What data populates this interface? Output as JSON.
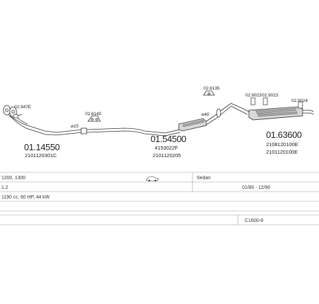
{
  "parts": {
    "front_pipe": {
      "number": "01.14550",
      "code": "2101120301C"
    },
    "middle": {
      "number": "01.54500",
      "ref1": "4153022F",
      "ref2": "2101120205"
    },
    "rear": {
      "number": "01.63600",
      "ref1": "2108120100E",
      "ref2": "2101120100E"
    }
  },
  "accessories": {
    "a1": "02.947E",
    "a2": "02.6140",
    "a3": "02.6135",
    "a4": "02.9023",
    "a5": "02.9023",
    "a6": "02.9024"
  },
  "diameters": {
    "d1": "ø15",
    "d2": "ø40"
  },
  "vehicle": {
    "engine": "1200, 1300",
    "body": "Sedan",
    "trim": "1.2",
    "years": "01/80 - 12/90",
    "spec": "1190 cc, 60 HP, 44 kW",
    "catalog": "C1600-8"
  }
}
